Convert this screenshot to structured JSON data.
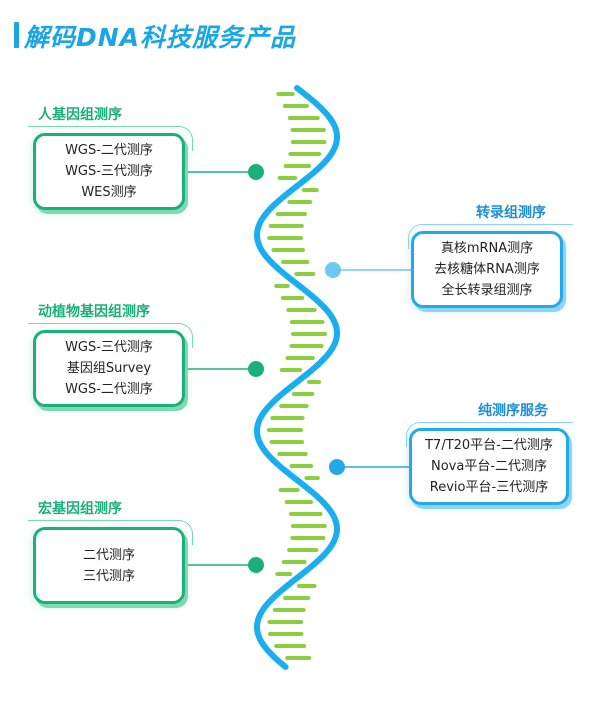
{
  "title": "解码DNA科技服务产品",
  "colors": {
    "title": "#1aa6e6",
    "green": "#1bb07a",
    "blue": "#23a8e8",
    "lime": "#8ccf3e",
    "helix_blue": "#19aef0"
  },
  "groups": [
    {
      "label": "人基因组测序",
      "items": [
        "WGS-二代测序",
        "WGS-三代测序",
        "WES测序"
      ]
    },
    {
      "label": "转录组测序",
      "items": [
        "真核mRNA测序",
        "去核糖体RNA测序",
        "全长转录组测序"
      ]
    },
    {
      "label": "动植物基因组测序",
      "items": [
        "WGS-三代测序",
        "基因组Survey",
        "WGS-二代测序"
      ]
    },
    {
      "label": "纯测序服务",
      "items": [
        "T7/T20平台-二代测序",
        "Nova平台-二代测序",
        "Revio平台-三代测序"
      ]
    },
    {
      "label": "宏基因组测序",
      "items": [
        "二代测序",
        "三代测序"
      ]
    }
  ]
}
